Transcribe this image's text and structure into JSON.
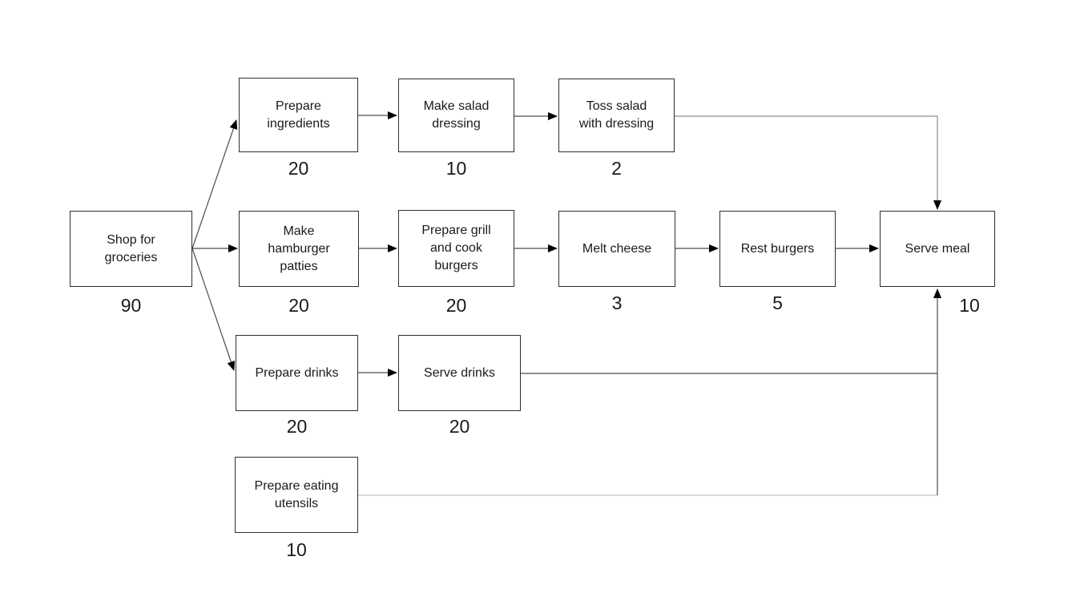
{
  "diagram_type": "process-flowchart",
  "colors": {
    "node-border": "#2e2e2e",
    "node-fill": "#ffffff",
    "text": "#1a1a1a",
    "edge": "#4d4d4d",
    "edge-mid": "#8c8c8c",
    "edge-light": "#c2c2c2",
    "arrow": "#000000"
  },
  "nodes": [
    {
      "id": "shop-for-groceries",
      "label": "Shop for\ngroceries",
      "duration": "90"
    },
    {
      "id": "prepare-ingredients",
      "label": "Prepare\ningredients",
      "duration": "20"
    },
    {
      "id": "make-salad-dressing",
      "label": "Make salad\ndressing",
      "duration": "10"
    },
    {
      "id": "toss-salad-with-dressing",
      "label": "Toss salad\nwith dressing",
      "duration": "2"
    },
    {
      "id": "make-hamburger-patties",
      "label": "Make\nhamburger\npatties",
      "duration": "20"
    },
    {
      "id": "prepare-grill-and-cook-burgers",
      "label": "Prepare grill\nand cook\nburgers",
      "duration": "20"
    },
    {
      "id": "melt-cheese",
      "label": "Melt cheese",
      "duration": "3"
    },
    {
      "id": "rest-burgers",
      "label": "Rest burgers",
      "duration": "5"
    },
    {
      "id": "serve-meal",
      "label": "Serve meal",
      "duration": "10"
    },
    {
      "id": "prepare-drinks",
      "label": "Prepare drinks",
      "duration": "20"
    },
    {
      "id": "serve-drinks",
      "label": "Serve drinks",
      "duration": "20"
    },
    {
      "id": "prepare-eating-utensils",
      "label": "Prepare eating\nutensils",
      "duration": "10"
    }
  ],
  "edges": [
    {
      "from": "shop-for-groceries",
      "to": "prepare-ingredients"
    },
    {
      "from": "shop-for-groceries",
      "to": "make-hamburger-patties"
    },
    {
      "from": "shop-for-groceries",
      "to": "prepare-drinks"
    },
    {
      "from": "prepare-ingredients",
      "to": "make-salad-dressing"
    },
    {
      "from": "make-salad-dressing",
      "to": "toss-salad-with-dressing"
    },
    {
      "from": "toss-salad-with-dressing",
      "to": "serve-meal"
    },
    {
      "from": "make-hamburger-patties",
      "to": "prepare-grill-and-cook-burgers"
    },
    {
      "from": "prepare-grill-and-cook-burgers",
      "to": "melt-cheese"
    },
    {
      "from": "melt-cheese",
      "to": "rest-burgers"
    },
    {
      "from": "rest-burgers",
      "to": "serve-meal"
    },
    {
      "from": "prepare-drinks",
      "to": "serve-drinks"
    },
    {
      "from": "serve-drinks",
      "to": "serve-meal"
    },
    {
      "from": "prepare-eating-utensils",
      "to": "serve-meal"
    }
  ]
}
